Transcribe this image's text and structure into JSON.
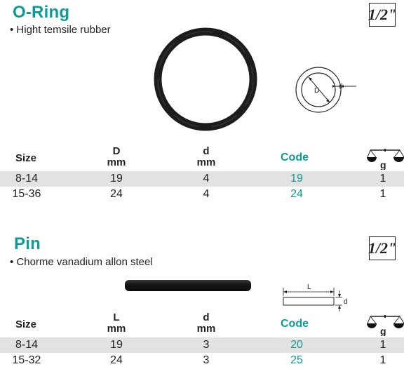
{
  "sections": [
    {
      "title": "O-Ring",
      "bullet": "• Hight temsile rubber",
      "badge": "1/2\"",
      "diagram_labels": {
        "D": "D",
        "d": "d"
      },
      "headers": {
        "size": "Size",
        "col1_top": "D",
        "col1_unit": "mm",
        "col2_top": "d",
        "col2_unit": "mm",
        "code": "Code",
        "weight_unit": "g"
      },
      "rows": [
        {
          "size": "8-14",
          "v1": "19",
          "v2": "4",
          "code": "19",
          "weight": "1"
        },
        {
          "size": "15-36",
          "v1": "24",
          "v2": "4",
          "code": "24",
          "weight": "1"
        }
      ]
    },
    {
      "title": "Pin",
      "bullet": "• Chorme vanadium allon steel",
      "badge": "1/2\"",
      "diagram_labels": {
        "L": "L",
        "d": "d"
      },
      "headers": {
        "size": "Size",
        "col1_top": "L",
        "col1_unit": "mm",
        "col2_top": "d",
        "col2_unit": "mm",
        "code": "Code",
        "weight_unit": "g"
      },
      "rows": [
        {
          "size": "8-14",
          "v1": "19",
          "v2": "3",
          "code": "20",
          "weight": "1"
        },
        {
          "size": "15-32",
          "v1": "24",
          "v2": "3",
          "code": "25",
          "weight": "1"
        }
      ]
    }
  ],
  "colors": {
    "accent": "#0e9a96",
    "row_shade": "#e2e2e2"
  },
  "icons": [
    "o-ring-photo",
    "o-ring-diagram",
    "pin-photo",
    "pin-diagram",
    "scale-icon",
    "fraction-badge"
  ]
}
